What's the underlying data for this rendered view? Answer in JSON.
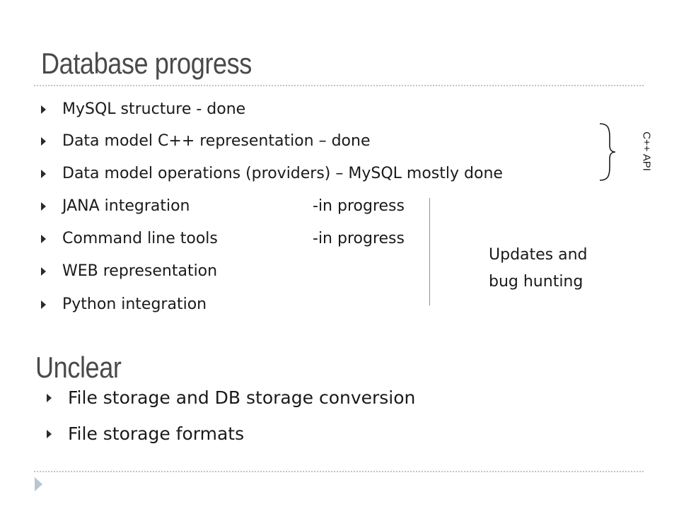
{
  "slide": {
    "title": "Database progress",
    "items": [
      {
        "text": "MySQL structure - done",
        "status": ""
      },
      {
        "text": "Data model C++ representation – done",
        "status": ""
      },
      {
        "text": "Data model operations (providers) – MySQL mostly done",
        "status": ""
      },
      {
        "text": "JANA integration",
        "status": "-in progress"
      },
      {
        "text": "Command line tools",
        "status": "-in progress"
      },
      {
        "text": "WEB representation",
        "status": ""
      },
      {
        "text": "Python integration",
        "status": ""
      }
    ],
    "note": "Updates and\nbug hunting",
    "api_label": "C++ API",
    "unclear_title": "Unclear",
    "unclear_items": [
      {
        "text": "File storage and DB storage conversion"
      },
      {
        "text": "File storage formats"
      }
    ]
  },
  "icons": {
    "bullet": "triangle-right-icon",
    "corner": "triangle-right-icon",
    "brace": "curly-brace-icon"
  },
  "colors": {
    "title": "#4a4a4a",
    "rule": "#b6c7cf",
    "vertical_line": "#7f95b3",
    "text": "#1a1a1a"
  }
}
